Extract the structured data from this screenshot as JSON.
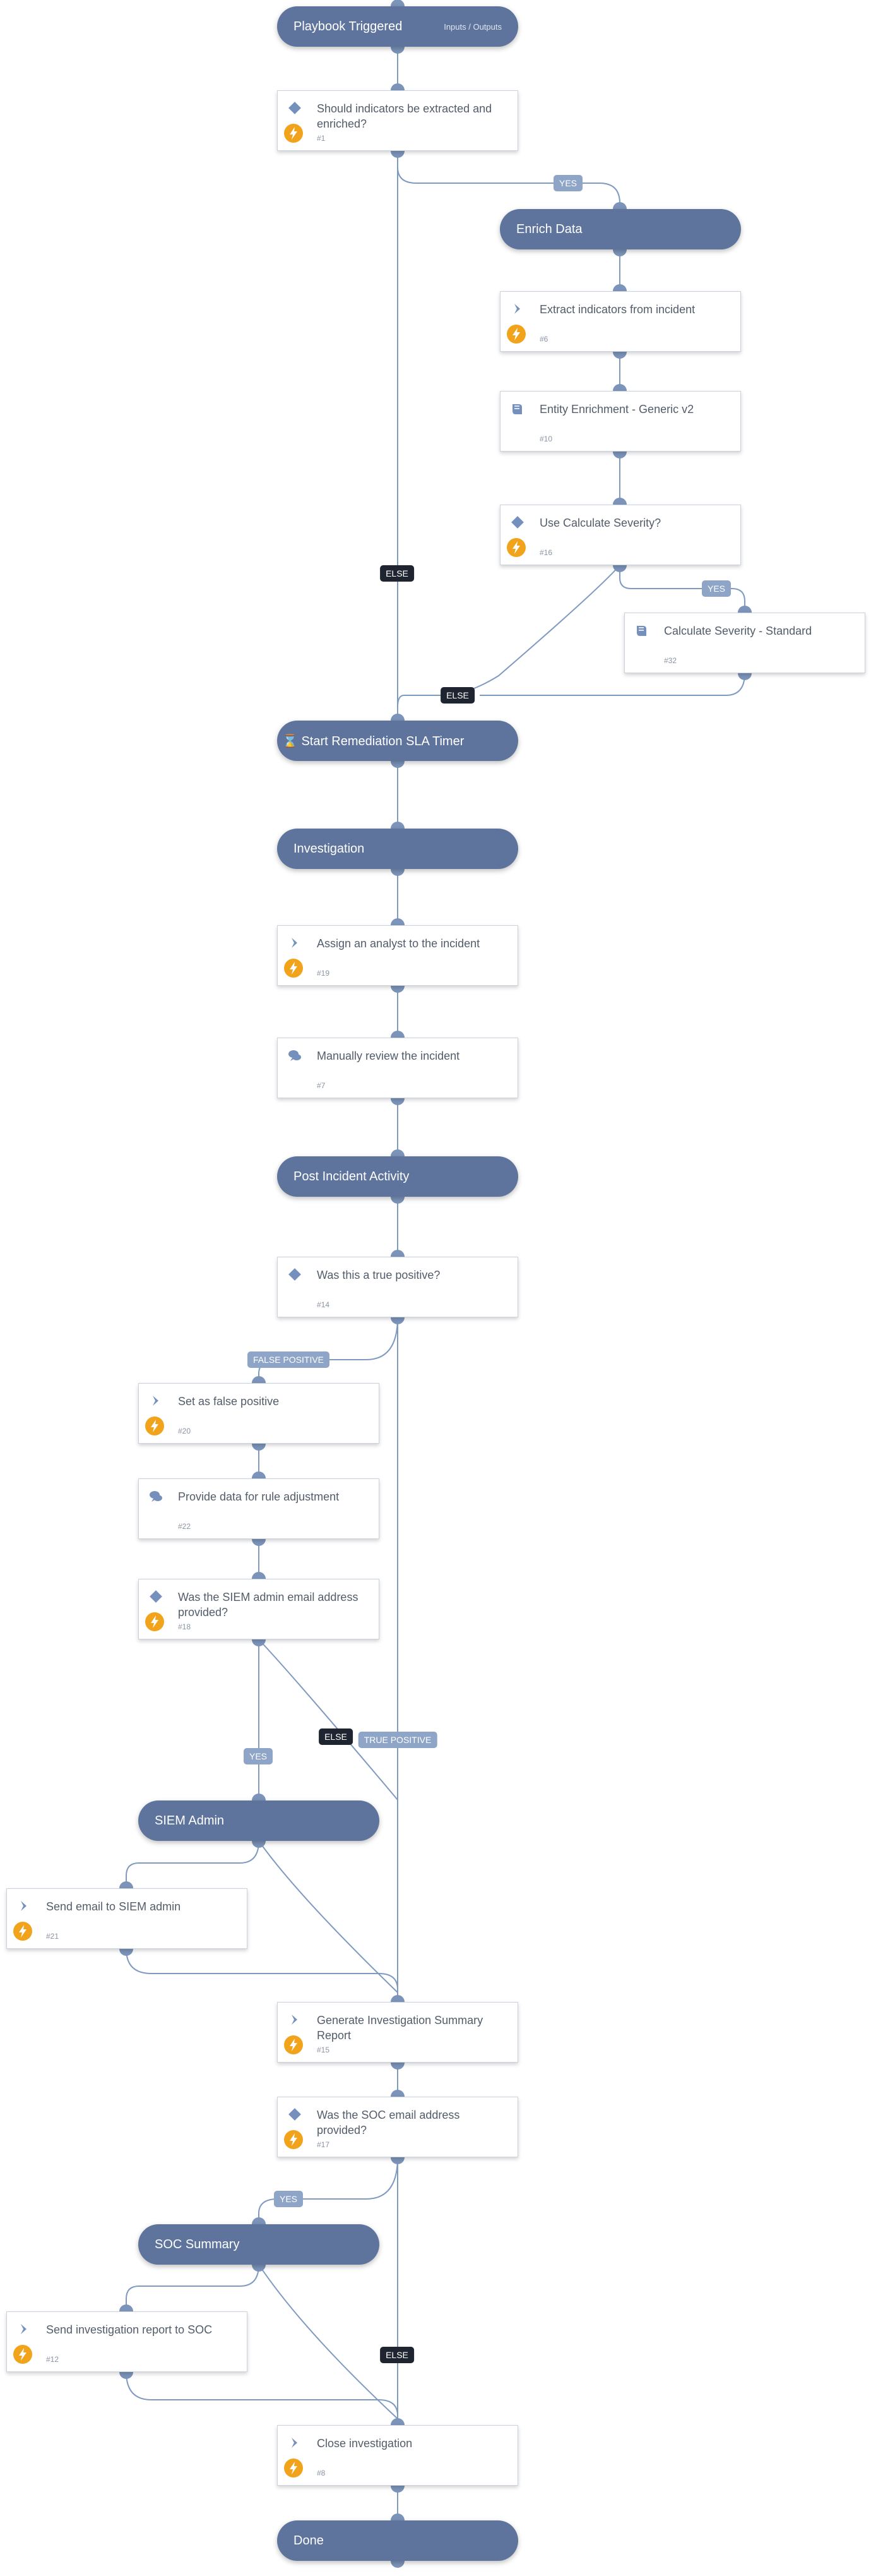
{
  "colors": {
    "pill": "#5f749c",
    "edge": "#7f9ac0",
    "dot": "#7c94ba",
    "icon": "#7590bd",
    "bolt": "#f2a31c",
    "tag_light": "#8ea5c7",
    "tag_dark": "#1e2430",
    "card_border": "#c9d2de"
  },
  "nodes": [
    {
      "kind": "pill",
      "title": "Playbook Triggered",
      "extra": "Inputs / Outputs"
    },
    {
      "kind": "card",
      "icon": "diamond-icon",
      "title": "Should indicators be extracted and enriched?",
      "id": "#1",
      "bolt": true
    },
    {
      "kind": "pill",
      "title": "Enrich Data"
    },
    {
      "kind": "card",
      "icon": "chevron-icon",
      "title": "Extract indicators from incident",
      "id": "#6",
      "bolt": true
    },
    {
      "kind": "card",
      "icon": "book-icon",
      "title": "Entity Enrichment - Generic v2",
      "id": "#10",
      "bolt": false
    },
    {
      "kind": "card",
      "icon": "diamond-icon",
      "title": "Use Calculate Severity?",
      "id": "#16",
      "bolt": true
    },
    {
      "kind": "card",
      "icon": "book-icon",
      "title": "Calculate Severity - Standard",
      "id": "#32",
      "bolt": false
    },
    {
      "kind": "pill",
      "title": "⌛ Start Remediation SLA Timer"
    },
    {
      "kind": "pill",
      "title": "Investigation"
    },
    {
      "kind": "card",
      "icon": "chevron-icon",
      "title": "Assign an analyst to the incident",
      "id": "#19",
      "bolt": true
    },
    {
      "kind": "card",
      "icon": "chat-icon",
      "title": "Manually review the incident",
      "id": "#7",
      "bolt": false
    },
    {
      "kind": "pill",
      "title": "Post Incident Activity"
    },
    {
      "kind": "card",
      "icon": "diamond-icon",
      "title": "Was this a true positive?",
      "id": "#14",
      "bolt": false
    },
    {
      "kind": "card",
      "icon": "chevron-icon",
      "title": "Set as false positive",
      "id": "#20",
      "bolt": true
    },
    {
      "kind": "card",
      "icon": "chat-icon",
      "title": "Provide data for rule adjustment",
      "id": "#22",
      "bolt": false
    },
    {
      "kind": "card",
      "icon": "diamond-icon",
      "title": "Was the SIEM admin email address provided?",
      "id": "#18",
      "bolt": true
    },
    {
      "kind": "pill",
      "title": "SIEM Admin"
    },
    {
      "kind": "card",
      "icon": "chevron-icon",
      "title": "Send email to SIEM admin",
      "id": "#21",
      "bolt": true
    },
    {
      "kind": "card",
      "icon": "chevron-icon",
      "title": "Generate Investigation Summary Report",
      "id": "#15",
      "bolt": true
    },
    {
      "kind": "card",
      "icon": "diamond-icon",
      "title": "Was the SOC email address provided?",
      "id": "#17",
      "bolt": true
    },
    {
      "kind": "pill",
      "title": "SOC Summary"
    },
    {
      "kind": "card",
      "icon": "chevron-icon",
      "title": "Send investigation report to SOC",
      "id": "#12",
      "bolt": true
    },
    {
      "kind": "card",
      "icon": "chevron-icon",
      "title": "Close investigation",
      "id": "#8",
      "bolt": true
    },
    {
      "kind": "pill",
      "title": "Done"
    }
  ],
  "tags": [
    {
      "text": "YES",
      "style": "light"
    },
    {
      "text": "ELSE",
      "style": "dark"
    },
    {
      "text": "YES",
      "style": "light"
    },
    {
      "text": "ELSE",
      "style": "dark"
    },
    {
      "text": "FALSE POSITIVE",
      "style": "light"
    },
    {
      "text": "ELSE",
      "style": "dark"
    },
    {
      "text": "TRUE POSITIVE",
      "style": "light"
    },
    {
      "text": "YES",
      "style": "light"
    },
    {
      "text": "YES",
      "style": "light"
    },
    {
      "text": "ELSE",
      "style": "dark"
    }
  ]
}
